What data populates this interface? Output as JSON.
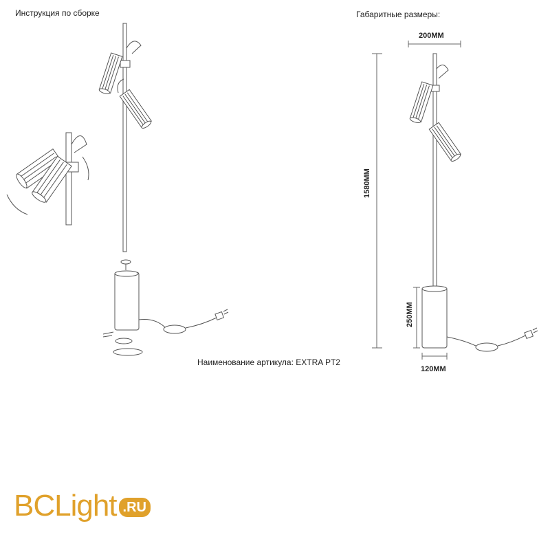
{
  "headings": {
    "assembly": "Инструкция по сборке",
    "dimensions": "Габаритные размеры:"
  },
  "article": "Наименование артикула: EXTRA PT2",
  "dims": {
    "width_top": "200MM",
    "height_total": "1580MM",
    "height_base": "250MM",
    "width_base": "120MM"
  },
  "logo": {
    "main": "BCLight",
    "badge": ".RU",
    "color": "#e0a12b"
  }
}
